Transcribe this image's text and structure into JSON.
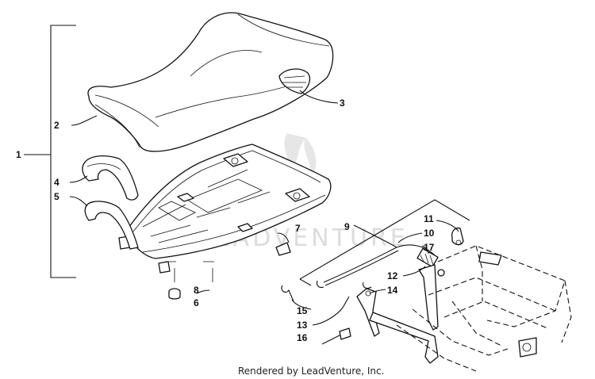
{
  "diagram": {
    "labels": {
      "p1": "1",
      "p2": "2",
      "p3": "3",
      "p4": "4",
      "p5": "5",
      "p6": "6",
      "p7": "7",
      "p8": "8",
      "p9": "9",
      "p10": "10",
      "p11": "11",
      "p12": "12",
      "p13": "13",
      "p14": "14",
      "p15": "15",
      "p16": "16",
      "p17": "17"
    },
    "watermark": "LEADVENTURE",
    "footer": "Rendered by LeadVenture, Inc."
  }
}
